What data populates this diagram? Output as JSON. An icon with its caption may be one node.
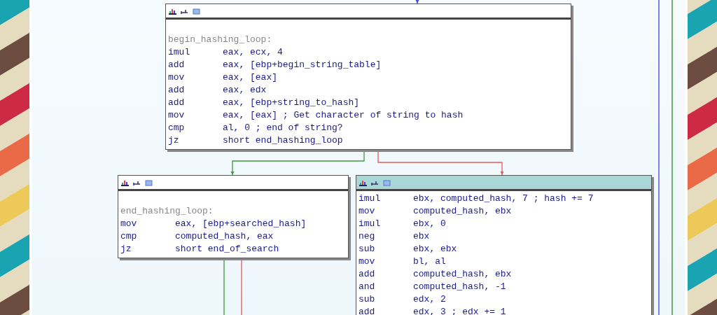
{
  "diagram": {
    "nodes": [
      {
        "text": [
          "begin_hashing_loop:",
          "imul eax, ecx, 4",
          "add eax, [ebp+begin_string_table]",
          "mov eax, [eax]",
          "add eax, edx",
          "add eax, [ebp+string_to_hash]",
          "mov eax, [eax] ; Get character of string to hash",
          "cmp al, 0 ; end of string?",
          "jz short end_hashing_loop"
        ]
      },
      {
        "text": [
          "end_hashing_loop:",
          "mov eax, [ebp+searched_hash]",
          "cmp computed_hash, eax",
          "jz short end_of_search"
        ]
      },
      {
        "text": [
          "imul ebx, computed_hash, 7 ; hash += 7",
          "mov computed_hash, ebx",
          "imul ebx, 0",
          "neg ebx",
          "sub ebx, ebx",
          "mov bl, al",
          "add computed_hash, ebx",
          "and computed_hash, -1",
          "sub edx, 2",
          "add edx, 3 ; edx += 1"
        ]
      }
    ],
    "edges": [
      {
        "from": null,
        "to": 0,
        "arrow": "to",
        "color": "#4a4ad8"
      },
      {
        "from": 0,
        "to": 1,
        "arrow": "to",
        "color": "#3c9a3c"
      },
      {
        "from": 0,
        "to": 2,
        "arrow": "to",
        "color": "#e05a5a"
      },
      {
        "from": 1,
        "to": null,
        "arrow": "none",
        "color": "#3c9a3c"
      },
      {
        "from": 1,
        "to": null,
        "arrow": "none",
        "color": "#e05a5a"
      }
    ]
  }
}
